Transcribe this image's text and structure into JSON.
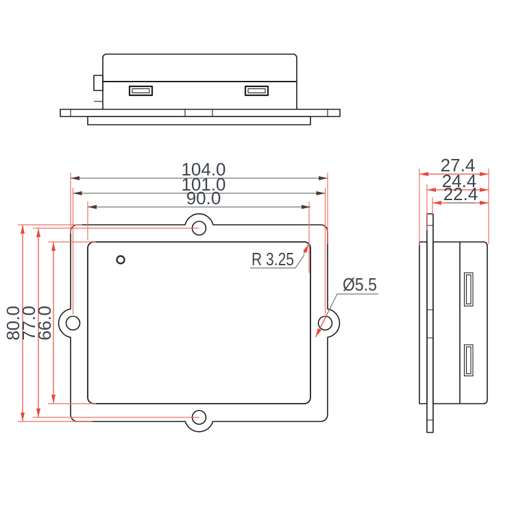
{
  "drawing": {
    "type": "mechanical-dimension-drawing",
    "views": [
      "top-view",
      "front-view",
      "side-view"
    ],
    "dimensions": {
      "overall_width": "104.0",
      "hole_spacing_width": "101.0",
      "display_width": "90.0",
      "overall_height": "80.0",
      "hole_spacing_height": "77.0",
      "display_height": "66.0",
      "depth_overall": "27.4",
      "depth_from_flange": "24.4",
      "depth_body": "22.4"
    },
    "annotations": {
      "corner_radius": "R 3.25",
      "hole_diameter": "Ø5.5"
    },
    "colors": {
      "outline": "#1e1e1e",
      "dimension_red": "#e84a3e",
      "extension_red": "#ef6e63",
      "dimension_gray": "#757575",
      "text": "#3f454d",
      "background": "#ffffff"
    }
  }
}
